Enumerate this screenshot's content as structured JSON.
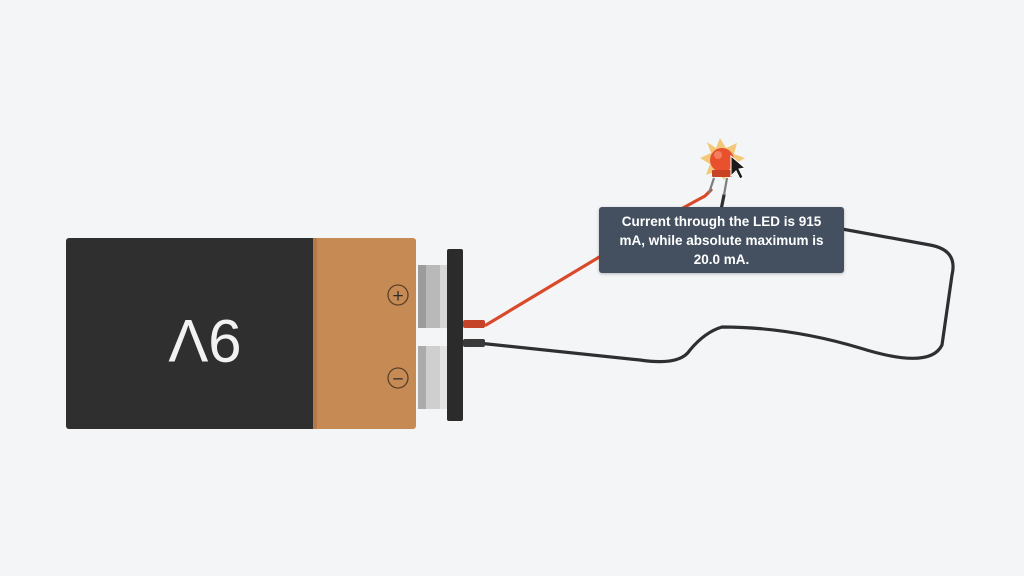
{
  "battery": {
    "voltage_label": "9V",
    "positive_sign": "+",
    "negative_sign": "−",
    "colors": {
      "body": "#2f2f2f",
      "band": "#c68a55",
      "terminal_plate": "#2b2b2b"
    }
  },
  "wires": {
    "positive_color": "#d94a2b",
    "negative_color": "#2d2f33"
  },
  "led": {
    "icon": "led-icon",
    "color": "#e8502e",
    "state": "overloaded"
  },
  "tooltip": {
    "text": "Current through the LED is 915 mA, while absolute maximum is 20.0 mA."
  },
  "cursor": {
    "icon": "mouse-pointer-icon"
  }
}
